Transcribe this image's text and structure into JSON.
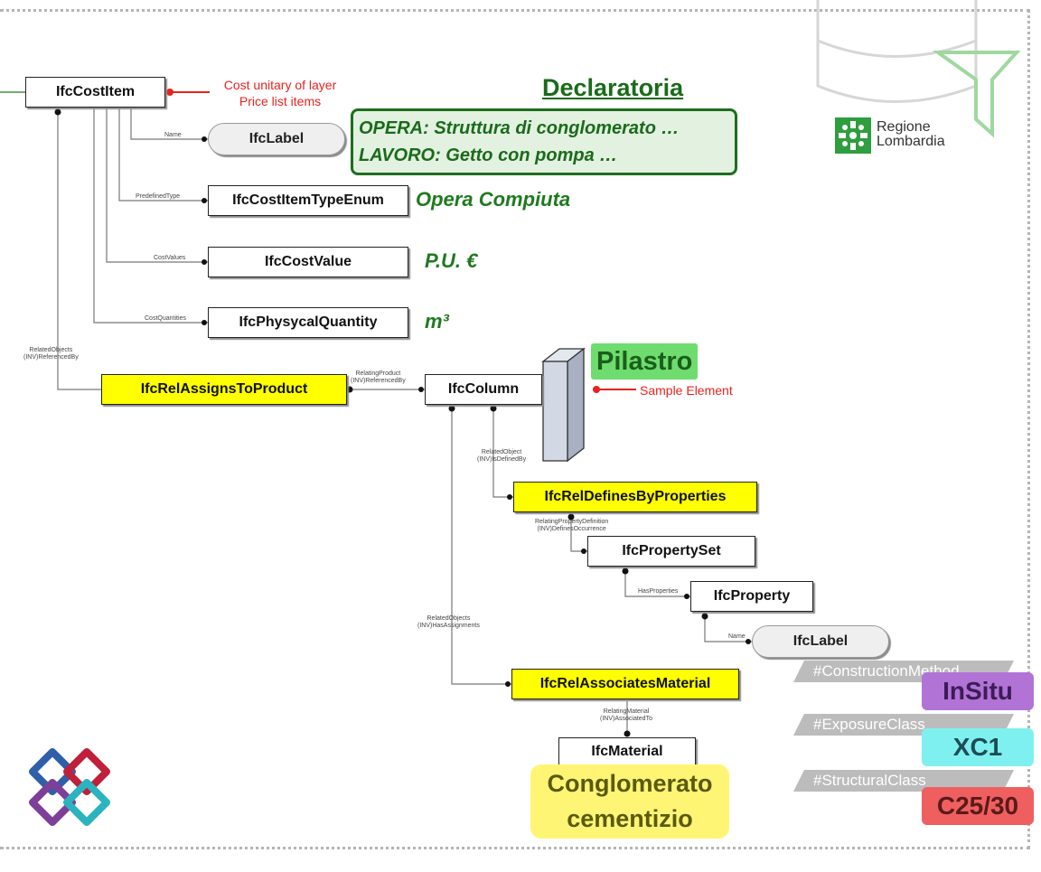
{
  "colors": {
    "accent_green": "#1a6b1a",
    "highlight_yellow": "#ffff00",
    "note_red": "#e8231f",
    "purple": "#b173d6",
    "cyan": "#7ff0f0",
    "red": "#ef5f5f"
  },
  "nodes": {
    "ifc_cost_item": "IfcCostItem",
    "ifc_label_1": "IfcLabel",
    "ifc_cost_item_type_enum": "IfcCostItemTypeEnum",
    "ifc_cost_value": "IfcCostValue",
    "ifc_physycal_quantity": "IfcPhysycalQuantity",
    "ifc_rel_assigns_to_product": "IfcRelAssignsToProduct",
    "ifc_column": "IfcColumn",
    "ifc_rel_defines_by_properties": "IfcRelDefinesByProperties",
    "ifc_property_set": "IfcPropertySet",
    "ifc_property": "IfcProperty",
    "ifc_label_2": "IfcLabel",
    "ifc_rel_associates_material": "IfcRelAssociatesMaterial",
    "ifc_material": "IfcMaterial"
  },
  "edge_labels": {
    "name_1": "Name",
    "predefined_type": "PredefinedType",
    "cost_values": "CostValues",
    "cost_quantities": "CostQuantities",
    "related_objects_1_line1": "RelatedObjects",
    "related_objects_1_line2": "(INV)ReferencedBy",
    "relating_product_line1": "RelatingProduct",
    "relating_product_line2": "(INV)ReferencedBy",
    "related_object_line1": "RelatedObject",
    "related_object_line2": "(INV)IsDefinedBy",
    "relating_property_line1": "RelatingPropertyDefinition",
    "relating_property_line2": "(INV)DefinesOccurrence",
    "has_properties": "HasProperties",
    "name_2": "Name",
    "related_objects_2_line1": "RelatedObjects",
    "related_objects_2_line2": "(INV)HasAssignments",
    "relating_material_line1": "RelatingMaterial",
    "relating_material_line2": "(INV)AssociatedTo"
  },
  "notes": {
    "cost_unitary_line1": "Cost unitary of layer",
    "cost_unitary_line2": "Price list items",
    "sample_element": "Sample Element"
  },
  "declaratoria": {
    "title": "Declaratoria",
    "line1": "OPERA: Struttura di conglomerato …",
    "line2": "LAVORO: Getto con pompa …"
  },
  "annotations": {
    "opera_compiuta": "Opera Compiuta",
    "pu_euro": "P.U. €",
    "m3": "m³",
    "pilastro": "Pilastro",
    "conglomerato_line1": "Conglomerato",
    "conglomerato_line2": "cementizio"
  },
  "tags": {
    "construction_method": "#ConstructionMethod",
    "construction_method_value": "InSitu",
    "exposure_class": "#ExposureClass",
    "exposure_class_value": "XC1",
    "structural_class": "#StructuralClass",
    "structural_class_value": "C25/30"
  },
  "logos": {
    "regione_line1": "Regione",
    "regione_line2": "Lombardia",
    "buildingsmart_icon": "buildingsmart-logo-icon",
    "database_icon": "database-icon",
    "filter_icon": "funnel-icon"
  }
}
